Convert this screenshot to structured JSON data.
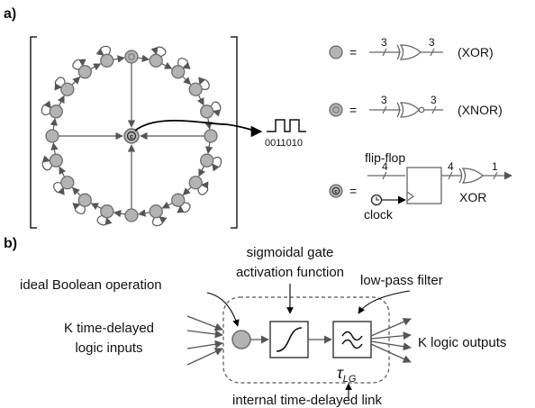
{
  "colors": {
    "node_fill": "#b3b3b3",
    "node_stroke": "#6e6e6e",
    "edge": "#555555",
    "dashed_box": "#555555",
    "accent_line": "#000000"
  },
  "panel_a": {
    "label": "a)",
    "node_count": 20,
    "center_symbol": "c",
    "waveform_bits": "0011010",
    "legend": {
      "xor": {
        "equals": "=",
        "in_width": "3",
        "out_width": "3",
        "name": "(XOR)"
      },
      "xnor": {
        "equals": "=",
        "in_width": "3",
        "out_width": "3",
        "name": "(XNOR)"
      },
      "clock_node": {
        "equals": "=",
        "flipflop_label": "flip-flop",
        "in_width": "4",
        "mid_width": "4",
        "out_width": "1",
        "gate_name": "XOR",
        "clock_label": "clock"
      }
    }
  },
  "panel_b": {
    "label": "b)",
    "ideal_boolean": "ideal Boolean operation",
    "sigmoid_line1": "sigmoidal gate",
    "sigmoid_line2": "activation function",
    "lowpass": "low-pass filter",
    "inputs_line1": "K time-delayed",
    "inputs_line2": "logic inputs",
    "outputs": "K logic outputs",
    "tau_main": "τ",
    "tau_sub": "LG",
    "internal_link": "internal time-delayed link"
  }
}
